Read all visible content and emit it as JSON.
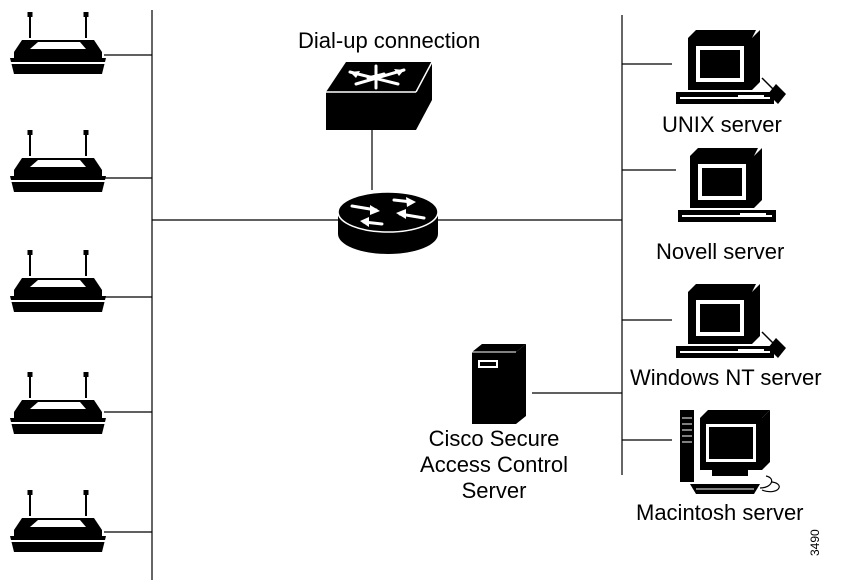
{
  "labels": {
    "dialup": "Dial-up connection",
    "unix": "UNIX server",
    "novell": "Novell server",
    "windows": "Windows NT server",
    "mac": "Macintosh server",
    "acs_line1": "Cisco Secure",
    "acs_line2": "Access Control",
    "acs_line3": "Server",
    "figure_id": "3490"
  },
  "colors": {
    "stroke": "#000000",
    "fill": "#000000",
    "background": "#ffffff"
  },
  "icons": {
    "access_server": "access-server-icon",
    "switch": "switch-icon",
    "router": "router-icon",
    "workstation": "workstation-icon",
    "tower": "tower-server-icon",
    "mac": "macintosh-icon"
  }
}
